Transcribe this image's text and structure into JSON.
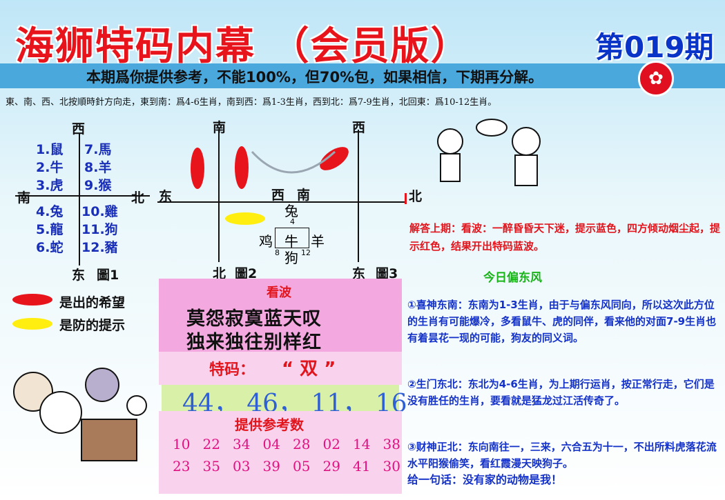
{
  "header": {
    "title": "海狮特码内幕 （会员版）",
    "issue": "第019期",
    "banner": "本期爲你提供参考，不能100%，但70%包，如果相信，下期再分解。",
    "logo_glyph": "✿",
    "rule": "東、南、西、北按順時針方向走，東到南：爲4-6生肖，南到西：爲1-3生肖，西到北：爲7-9生肖，北回東：爲10-12生肖。"
  },
  "fig1": {
    "west": "西",
    "south": "南",
    "north": "北",
    "east": "东",
    "caption": "圖1",
    "left_col": [
      "1.鼠",
      "2.牛",
      "3.虎",
      "4.兔",
      "5.龍",
      "6.蛇"
    ],
    "right_col": [
      "7.馬",
      "8.羊",
      "9.猴",
      "10.雞",
      "11.狗",
      "12.豬"
    ]
  },
  "fig2": {
    "south": "南",
    "east": "东",
    "north": "北",
    "caption": "圖2"
  },
  "fig3": {
    "west": "西",
    "south": "南",
    "north": "北",
    "east": "东",
    "caption": "圖3"
  },
  "center_cross": {
    "west": "西",
    "south": "南",
    "top": "兔",
    "top_num": "4",
    "left": "鸡",
    "center": "牛",
    "right": "羊",
    "bottom": "狗",
    "bottom_left_num": "8",
    "bottom_right_num": "12"
  },
  "legend": {
    "red": "是出的希望",
    "yellow": "是防的提示"
  },
  "kanbo": {
    "title": "看波",
    "line1": "莫怨寂寞蓝天叹",
    "line2": "独来独往别样红"
  },
  "tema": {
    "label": "特码：",
    "value": "“ 双 ”"
  },
  "main_numbers": "44， 46， 11， 16",
  "reference": {
    "title": "提供参考数",
    "row1": [
      "10",
      "22",
      "34",
      "04",
      "28",
      "02",
      "14",
      "38"
    ],
    "row2": [
      "23",
      "35",
      "03",
      "39",
      "05",
      "29",
      "41",
      "30"
    ]
  },
  "answer": "解答上期：看波：一醉昏昏天下迷，提示蓝色，四方倾动烟尘起，提示红色，结果开出特码蓝波。",
  "wind": "今日偏东风",
  "paragraphs": {
    "p1": "①喜神东南：东南为1-3生肖，由于与偏东风同向，所以这次此方位的生肖有可能爆冷，多看鼠牛、虎的同伴，看来他的对面7-9生肖也有着昙花一现的可能，狗友的同义词。",
    "p2": "②生门东北：东北为4-6生肖，为上期行运肖，按正常行走，它们是没有胜任的生肖，要看就是猛龙过江活传奇了。",
    "p3": "③财神正北：东向南往一，三来，六合五为十一，不出所料虎落花流水平阳猴偷笑，看红霞漫天映狗子。",
    "p4": "给一句话：没有家的动物是我！"
  },
  "colors": {
    "red": "#e8141c",
    "yellow": "#ffee10",
    "blue": "#1432c8",
    "banner": "#4aa8dd"
  }
}
